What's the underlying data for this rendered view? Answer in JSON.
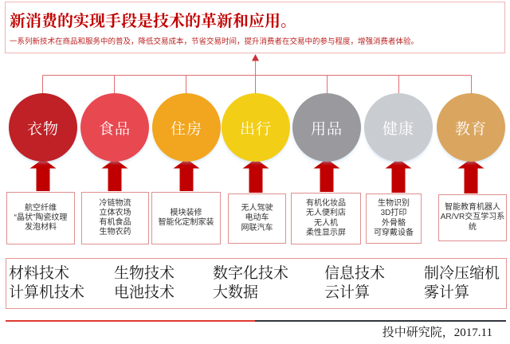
{
  "title": "新消费的实现手段是技术的革新和应用。",
  "subtitle": "一系列新技术在商品和服务中的普及，降低交易成本，节省交易时间，提升消费者在交易中的参与程度，增强消费者体验。",
  "colors": {
    "accent_red": "#c00000",
    "connector_line": "#e06e72",
    "center_arrow": "#cb3236",
    "box_border": "#e08f8f",
    "panel_border": "#e59595",
    "footer_line_red": "#e03a31",
    "footer_line_dark": "#33353e"
  },
  "categories": [
    {
      "label": "衣物",
      "color": "#bf2126",
      "items": [
        "航空纤维",
        "“晶状”陶瓷纹理",
        "发泡材料"
      ]
    },
    {
      "label": "食品",
      "color": "#e84850",
      "items": [
        "冷链物流",
        "立体农场",
        "有机食品",
        "生物农药"
      ]
    },
    {
      "label": "住房",
      "color": "#f2a51e",
      "items": [
        "模块装修",
        "智能化定制家装"
      ]
    },
    {
      "label": "出行",
      "color": "#f2ce17",
      "items": [
        "无人驾驶",
        "电动车",
        "网联汽车"
      ]
    },
    {
      "label": "用品",
      "color": "#9a999e",
      "items": [
        "有机化妆品",
        "无人便利店",
        "无人机",
        "柔性显示屏"
      ]
    },
    {
      "label": "健康",
      "color": "#c9cdd1",
      "items": [
        "生物识别",
        "3D打印",
        "外骨骼",
        "可穿戴设备"
      ]
    },
    {
      "label": "教育",
      "color": "#daa55e",
      "items": [
        "智能教育机器人",
        "AR/VR交互学习系",
        "统"
      ]
    }
  ],
  "technologies": [
    {
      "lines": [
        "材料技术",
        "计算机技术"
      ]
    },
    {
      "lines": [
        "生物技术",
        "电池技术"
      ]
    },
    {
      "lines": [
        "数字化技术",
        "大数据"
      ]
    },
    {
      "lines": [
        "信息技术",
        "云计算"
      ]
    },
    {
      "lines": [
        "制冷压缩机",
        "雾计算"
      ]
    }
  ],
  "footer": {
    "source": "投中研究院，2017.11"
  }
}
